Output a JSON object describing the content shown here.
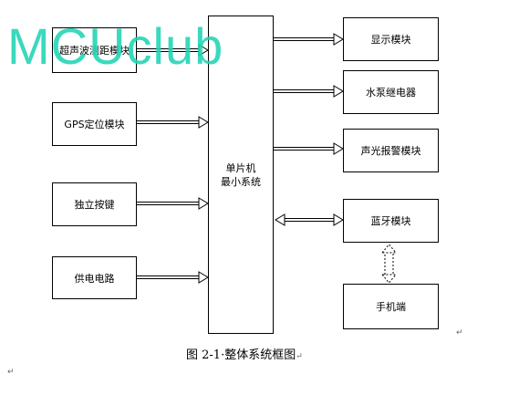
{
  "watermark": "MCUclub",
  "left_modules": [
    "超声波测距模块",
    "GPS定位模块",
    "独立按键",
    "供电电路"
  ],
  "mcu": [
    "单片机",
    "最小系统"
  ],
  "right_modules": [
    "显示模块",
    "水泵继电器",
    "声光报警模块",
    "蓝牙模块"
  ],
  "phone": "手机端",
  "caption": "图 2-1·整体系统框图",
  "para_mark": "↵",
  "colors": {
    "watermark": "#1fd4b4",
    "line": "#000000"
  }
}
